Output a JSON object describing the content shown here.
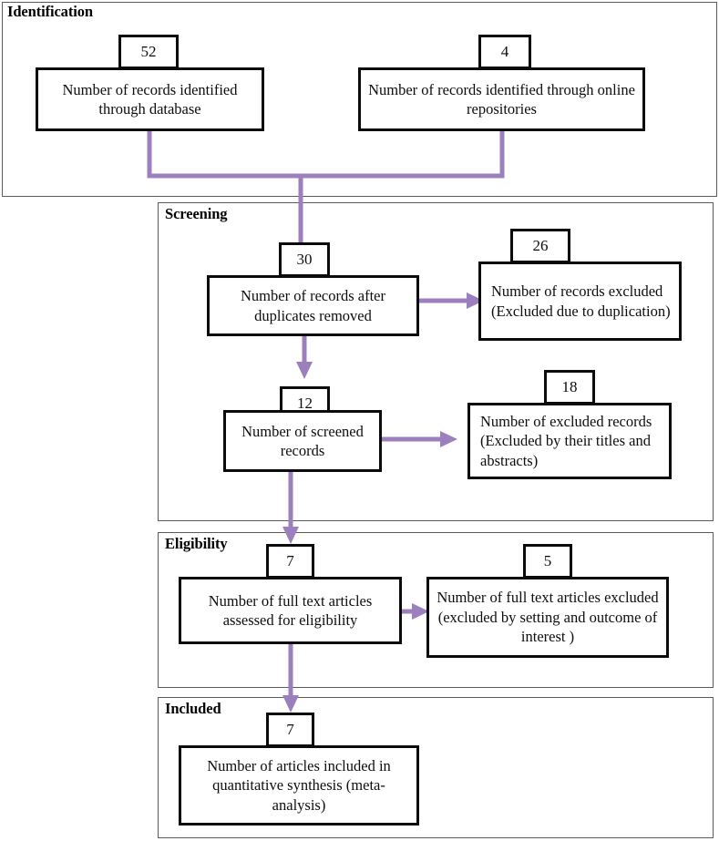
{
  "diagram": {
    "title": "PRISMA study selection flow diagram",
    "accent_color": "#9b80bd",
    "box_border_color": "#0b0b0b",
    "frame_border_color": "#5a5a5a",
    "background": "#ffffff"
  },
  "stages": [
    {
      "id": "identification",
      "label": "Identification"
    },
    {
      "id": "screening",
      "label": "Screening"
    },
    {
      "id": "eligibility",
      "label": "Eligibility"
    },
    {
      "id": "included",
      "label": "Included"
    }
  ],
  "nodes": [
    {
      "id": "records-database",
      "count": "52",
      "text": "Number of records identified through database",
      "align": "center"
    },
    {
      "id": "records-repositories",
      "count": "4",
      "text": "Number of records identified through online repositories",
      "align": "center"
    },
    {
      "id": "records-after-duplicates",
      "count": "30",
      "text": "Number of records after duplicates removed",
      "align": "center"
    },
    {
      "id": "records-excluded-duplication",
      "count": "26",
      "text": "Number of records excluded (Excluded due to duplication)",
      "align": "left"
    },
    {
      "id": "screened-records",
      "count": "12",
      "text": "Number of screened records",
      "align": "center"
    },
    {
      "id": "records-excluded-titles",
      "count": "18",
      "text": "Number of excluded records (Excluded by their titles and abstracts)",
      "align": "left"
    },
    {
      "id": "fulltext-assessed",
      "count": "7",
      "text": "Number of full text articles assessed for eligibility",
      "align": "center"
    },
    {
      "id": "fulltext-excluded",
      "count": "5",
      "text": "Number of full text articles excluded (excluded by setting and outcome of interest )",
      "align": "center"
    },
    {
      "id": "articles-included",
      "count": "7",
      "text": "Number of articles included in quantitative synthesis (meta-analysis)",
      "align": "center"
    }
  ],
  "chart_data": {
    "type": "diagram",
    "title": "PRISMA flow diagram",
    "nodes": [
      {
        "stage": "Identification",
        "label": "Number of records identified through database",
        "value": 52
      },
      {
        "stage": "Identification",
        "label": "Number of records identified through online repositories",
        "value": 4
      },
      {
        "stage": "Screening",
        "label": "Number of records after duplicates removed",
        "value": 30
      },
      {
        "stage": "Screening",
        "label": "Number of records excluded (Excluded due to duplication)",
        "value": 26
      },
      {
        "stage": "Screening",
        "label": "Number of screened records",
        "value": 12
      },
      {
        "stage": "Screening",
        "label": "Number of excluded records (Excluded by their titles and abstracts)",
        "value": 18
      },
      {
        "stage": "Eligibility",
        "label": "Number of full text articles assessed for eligibility",
        "value": 7
      },
      {
        "stage": "Eligibility",
        "label": "Number of full text articles excluded (excluded by setting and outcome of interest )",
        "value": 5
      },
      {
        "stage": "Included",
        "label": "Number of articles included in quantitative synthesis (meta-analysis)",
        "value": 7
      }
    ],
    "edges": [
      {
        "from": "Number of records identified through database",
        "to": "Number of records after duplicates removed"
      },
      {
        "from": "Number of records identified through online repositories",
        "to": "Number of records after duplicates removed"
      },
      {
        "from": "Number of records after duplicates removed",
        "to": "Number of records excluded (Excluded due to duplication)"
      },
      {
        "from": "Number of records after duplicates removed",
        "to": "Number of screened records"
      },
      {
        "from": "Number of screened records",
        "to": "Number of excluded records (Excluded by their titles and abstracts)"
      },
      {
        "from": "Number of screened records",
        "to": "Number of full text articles assessed for eligibility"
      },
      {
        "from": "Number of full text articles assessed for eligibility",
        "to": "Number of full text articles excluded (excluded by setting and outcome of interest )"
      },
      {
        "from": "Number of full text articles assessed for eligibility",
        "to": "Number of articles included in quantitative synthesis (meta-analysis)"
      }
    ]
  }
}
